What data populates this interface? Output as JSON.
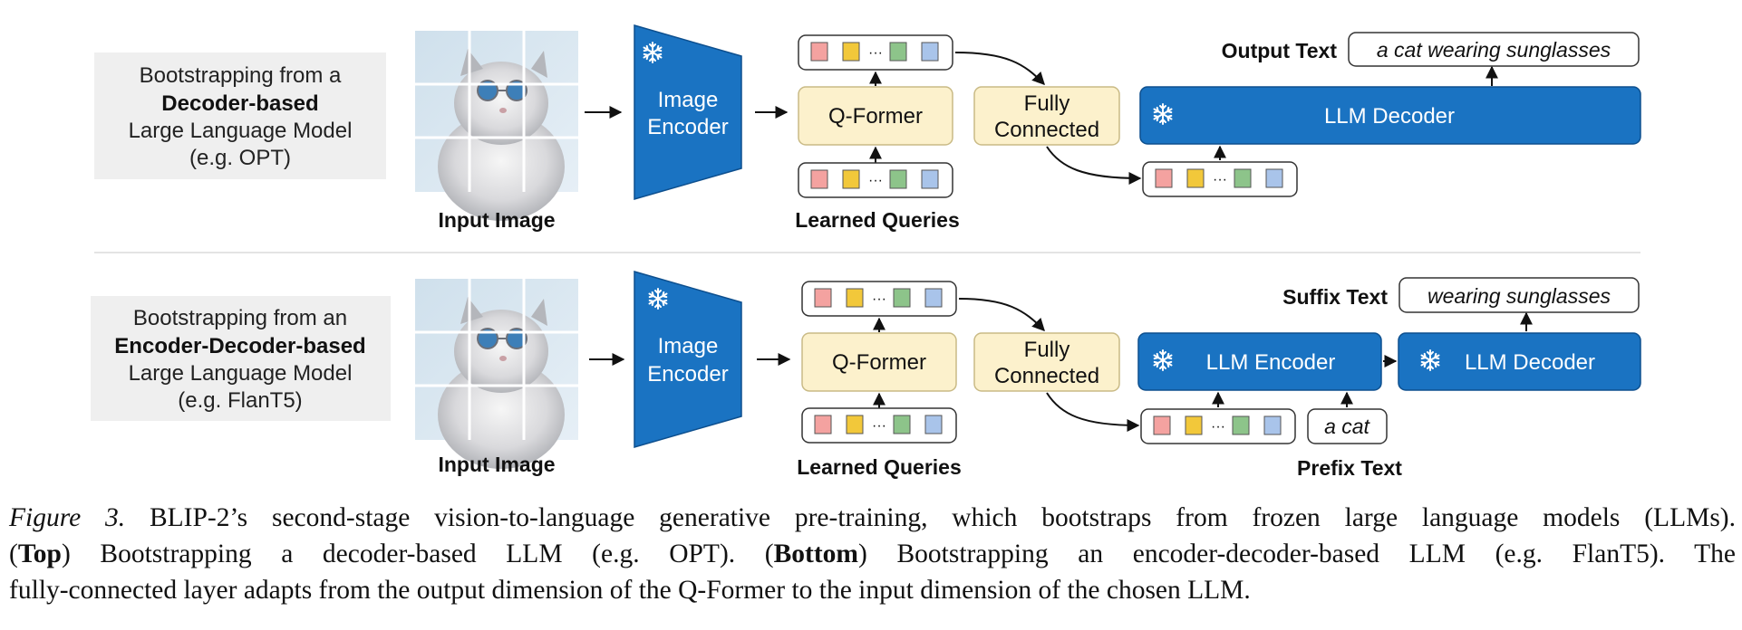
{
  "top": {
    "title_lines": [
      "Bootstrapping from a",
      "Decoder-based",
      "Large Language Model",
      "(e.g. OPT)"
    ],
    "input_image_label": "Input Image",
    "image_encoder": [
      "Image",
      "Encoder"
    ],
    "qformer": "Q-Former",
    "fully_connected": [
      "Fully",
      "Connected"
    ],
    "learned_queries": "Learned Queries",
    "llm_decoder": "LLM Decoder",
    "output_label": "Output Text",
    "output_text": "a cat wearing sunglasses"
  },
  "bottom": {
    "title_lines": [
      "Bootstrapping from an",
      "Encoder-Decoder-based",
      "Large Language Model",
      "(e.g. FlanT5)"
    ],
    "input_image_label": "Input Image",
    "image_encoder": [
      "Image",
      "Encoder"
    ],
    "qformer": "Q-Former",
    "fully_connected": [
      "Fully",
      "Connected"
    ],
    "learned_queries": "Learned Queries",
    "llm_encoder": "LLM Encoder",
    "llm_decoder": "LLM Decoder",
    "suffix_label": "Suffix Text",
    "suffix_text": "wearing sunglasses",
    "prefix_text": "a cat",
    "prefix_label": "Prefix Text"
  },
  "ellipsis": "···",
  "caption": {
    "fig_label": "Figure 3.",
    "line1_rest": " BLIP-2’s second-stage vision-to-language generative pre-training, which bootstraps from frozen large language models (LLMs).",
    "line2_a": "(",
    "line2_top": "Top",
    "line2_b": ") Bootstrapping a decoder-based LLM (e.g. OPT). (",
    "line2_bottom": "Bottom",
    "line2_c": ") Bootstrapping an encoder-decoder-based LLM (e.g. FlanT5). The",
    "line3": "fully-connected layer adapts from the output dimension of the Q-Former to the input dimension of the chosen LLM."
  },
  "colors": {
    "encoder_blue": "#1a73c2",
    "encoder_border": "#0d4f8e",
    "qformer_fill": "#fcf1cc",
    "qformer_border": "#c9ba85",
    "panel_gray": "#efefef",
    "token_red": "#f4a2a0",
    "token_yellow": "#f2c83a",
    "token_green": "#8dc48a",
    "token_blue": "#a9c4ea",
    "divider": "#dcdcdc"
  },
  "icons": {
    "frozen": "snowflake-icon",
    "input_image": "cat-with-sunglasses-photo"
  }
}
